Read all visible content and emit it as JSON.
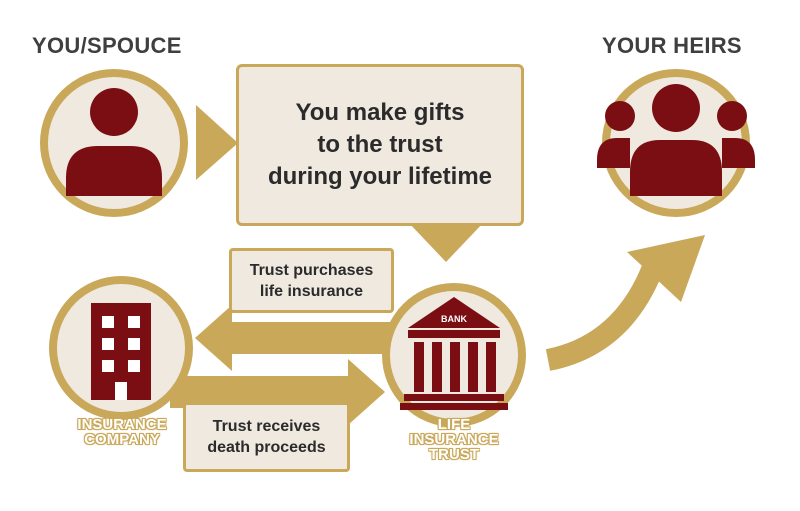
{
  "headings": {
    "left": "YOU/SPOUCE",
    "right": "YOUR HEIRS"
  },
  "boxes": {
    "gifts": "You make gifts\nto the trust\nduring your lifetime",
    "purchase": "Trust purchases\nlife insurance",
    "receive": "Trust receives\ndeath proceeds"
  },
  "labels": {
    "insurance_company": "INSURANCE\nCOMPANY",
    "trust": "LIFE\nINSURANCE\nTRUST",
    "bank": "BANK"
  },
  "colors": {
    "maroon": "#7a0e12",
    "gold": "#c9a85a",
    "cream": "#efe9df",
    "heading": "#3f3f3f"
  },
  "icons": [
    "person-icon",
    "group-icon",
    "building-icon",
    "bank-icon",
    "curved-arrow-icon"
  ]
}
